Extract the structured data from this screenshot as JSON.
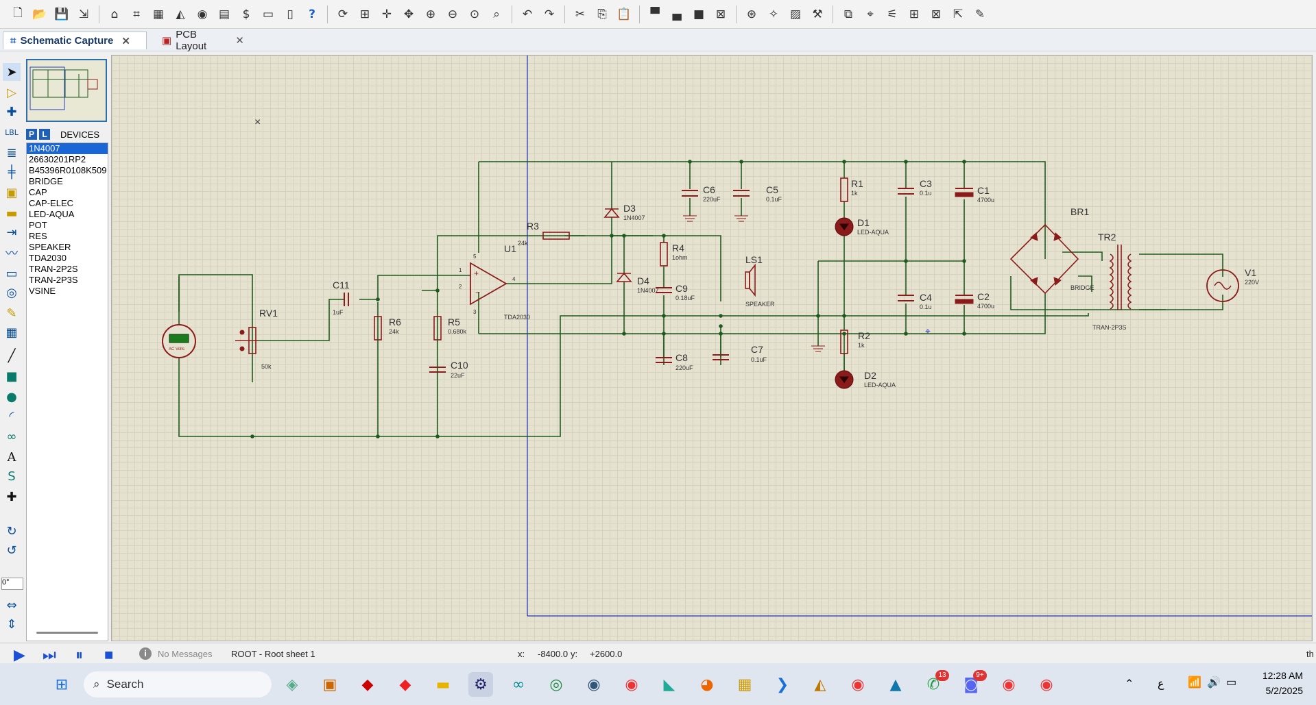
{
  "tabs": [
    {
      "label": "Schematic Capture"
    },
    {
      "label": "PCB Layout"
    }
  ],
  "devices_header": {
    "p": "P",
    "l": "L",
    "title": "DEVICES"
  },
  "devices": [
    "1N4007",
    "26630201RP2",
    "B45396R0108K509",
    "BRIDGE",
    "CAP",
    "CAP-ELEC",
    "LED-AQUA",
    "POT",
    "RES",
    "SPEAKER",
    "TDA2030",
    "TRAN-2P2S",
    "TRAN-2P3S",
    "VSINE"
  ],
  "rotation": "0°",
  "status": {
    "messages": "No Messages",
    "sheet": "ROOT - Root sheet 1",
    "x_label": "x:",
    "x_value": "-8400.0",
    "y_label": "y:",
    "y_value": "+2600.0",
    "right_text": "th"
  },
  "schematic": {
    "labels": {
      "RV1": "RV1",
      "RV1_val": "50k",
      "C11": "C11",
      "C11_val": "1uF",
      "R6": "R6",
      "R6_val": "24k",
      "R5": "R5",
      "R5_val": "0.680k",
      "C10": "C10",
      "C10_val": "22uF",
      "U1": "U1",
      "U1_val": "TDA2030",
      "R3": "R3",
      "R3_val": "24k",
      "D3": "D3",
      "D3_val": "1N4007",
      "D4": "D4",
      "D4_val": "1N4007",
      "R4": "R4",
      "R4_val": "1ohm",
      "C9": "C9",
      "C9_val": "0.18uF",
      "C8": "C8",
      "C8_val": "220uF",
      "C6": "C6",
      "C6_val": "220uF",
      "C5": "C5",
      "C5_val": "0.1uF",
      "LS1": "LS1",
      "LS1_val": "SPEAKER",
      "C7": "C7",
      "C7_val": "0.1uF",
      "R1": "R1",
      "R1_val": "1k",
      "D1": "D1",
      "D1_val": "LED-AQUA",
      "R2": "R2",
      "R2_val": "1k",
      "D2": "D2",
      "D2_val": "LED-AQUA",
      "C3": "C3",
      "C3_val": "0.1u",
      "C4": "C4",
      "C4_val": "0.1u",
      "C1": "C1",
      "C1_val": "4700u",
      "C2": "C2",
      "C2_val": "4700u",
      "BR1": "BR1",
      "BR1_val": "BRIDGE",
      "TR2": "TR2",
      "TR2_val": "TRAN-2P3S",
      "V1": "V1",
      "V1_val": "220V",
      "meter": "AC Volts",
      "pin5": "5",
      "pin1": "1",
      "pin2": "2",
      "pin4": "4",
      "pin3": "3"
    }
  },
  "taskbar": {
    "search": "Search",
    "time": "12:28 AM",
    "date": "5/2/2025",
    "lang": "ع",
    "whatsapp_badge": "13",
    "discord_badge": "9+"
  },
  "colors": {
    "wire": "#1e5a1e",
    "component": "#8b1a1a",
    "accent": "#1a66d6"
  }
}
